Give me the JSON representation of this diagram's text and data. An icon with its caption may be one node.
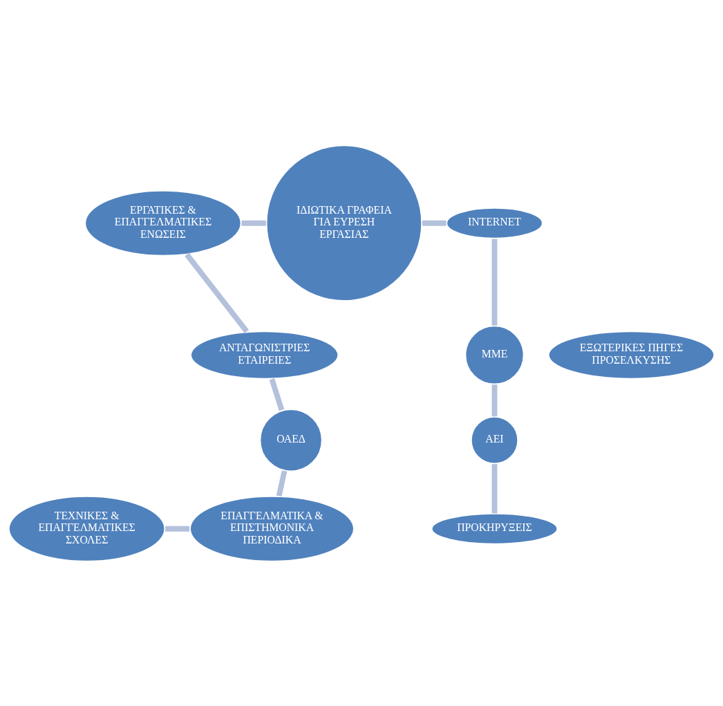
{
  "diagram": {
    "nodes": [
      {
        "text": [
          "ΙΔΙΩΤΙΚΑ ΓΡΑΦΕΙΑ ΓΙΑ ΕΥΡΕΣΗ ΕΡΓΑΣΙΑΣ"
        ]
      },
      {
        "text": [
          "INTERNET"
        ]
      },
      {
        "text": [
          "ΜΜΕ"
        ]
      },
      {
        "text": [
          "ΑΕΙ"
        ]
      },
      {
        "text": [
          "ΠΡΟΚΗΡΥΞΕΙΣ"
        ]
      },
      {
        "text": [
          "ΤΕΧΝΙΚΕΣ & ΕΠΑΓΓΕΛΜΑΤΙΚΕΣ ΣΧΟΛΕΣ"
        ]
      },
      {
        "text": [
          "ΕΠΑΓΓΕΛΜΑΤΙΚΑ & ΕΠΙΣΤΗΜΟΝΙΚΑ ΠΕΡΙΟΔΙΚΑ"
        ]
      },
      {
        "text": [
          "ΟΑΕΔ"
        ]
      },
      {
        "text": [
          "ΑΝΤΑΓΩΝΙΣΤΡΙΕΣ ΕΤΑΙΡΕΙΕΣ"
        ]
      },
      {
        "text": [
          "ΕΡΓΑΤΙΚΕΣ & ΕΠΑΓΓΕΛΜΑΤΙΚΕΣ ΕΝΩΣΕΙΣ"
        ]
      },
      {
        "text": [
          "ΕΞΩΤΕΡΙΚΕΣ ΠΗΓΕΣ ΠΡΟΣΕΛΚΥΣΗΣ"
        ]
      }
    ],
    "edges": [
      {
        "from": 0,
        "to": 1,
        "arrow": "none"
      },
      {
        "from": 1,
        "to": 2,
        "arrow": "none"
      },
      {
        "from": 2,
        "to": 3,
        "arrow": "none"
      },
      {
        "from": 3,
        "to": 4,
        "arrow": "none"
      },
      {
        "from": 5,
        "to": 6,
        "arrow": "none"
      },
      {
        "from": 6,
        "to": 7,
        "arrow": "none"
      },
      {
        "from": 7,
        "to": 8,
        "arrow": "none"
      },
      {
        "from": 8,
        "to": 9,
        "arrow": "none"
      },
      {
        "from": 9,
        "to": 0,
        "arrow": "none"
      }
    ]
  }
}
